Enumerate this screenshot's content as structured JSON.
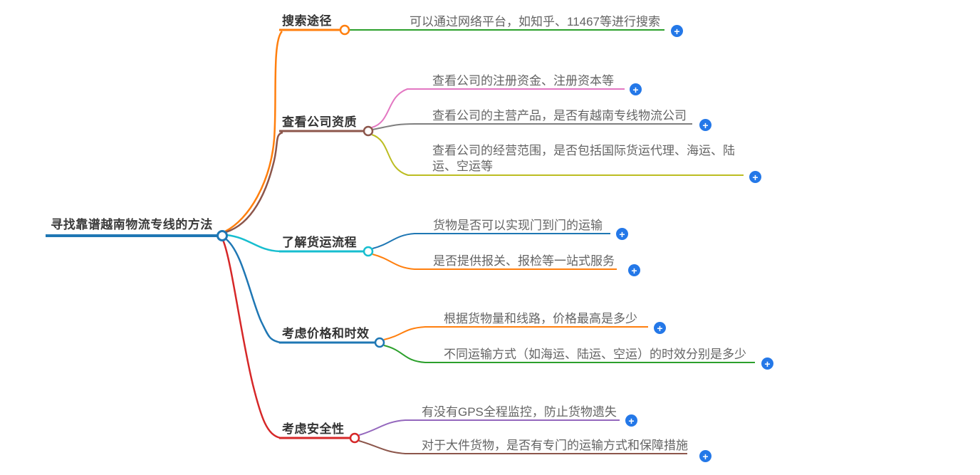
{
  "app": {
    "type": "mindmap"
  },
  "palette": {
    "blue": "#1f77b4",
    "orange": "#ff7f0e",
    "green": "#2ca02c",
    "red": "#d62728",
    "purple": "#9467bd",
    "brown": "#8c564b",
    "pink": "#e377c2",
    "gray": "#7f7f7f",
    "olive": "#bcbd22",
    "cyan": "#17becf",
    "add_button_blue": "#2478e8"
  },
  "root": {
    "label": "寻找靠谱越南物流专线的方法",
    "color": "#1f77b4"
  },
  "branches": [
    {
      "label": "搜索途径",
      "color": "#ff7f0e",
      "leaves": [
        {
          "text": "可以通过网络平台，如知乎、11467等进行搜索",
          "color": "#2ca02c"
        }
      ]
    },
    {
      "label": "查看公司资质",
      "color": "#8c564b",
      "leaves": [
        {
          "text": "查看公司的注册资金、注册资本等",
          "color": "#e377c2"
        },
        {
          "text": "查看公司的主营产品，是否有越南专线物流公司",
          "color": "#7f7f7f"
        },
        {
          "text": "查看公司的经营范围，是否包括国际货运代理、海运、陆运、空运等",
          "color": "#bcbd22"
        }
      ]
    },
    {
      "label": "了解货运流程",
      "color": "#17becf",
      "leaves": [
        {
          "text": "货物是否可以实现门到门的运输",
          "color": "#1f77b4"
        },
        {
          "text": "是否提供报关、报检等一站式服务",
          "color": "#ff7f0e"
        }
      ]
    },
    {
      "label": "考虑价格和时效",
      "color": "#1f77b4",
      "leaves": [
        {
          "text": "根据货物量和线路，价格最高是多少",
          "color": "#ff7f0e"
        },
        {
          "text": "不同运输方式（如海运、陆运、空运）的时效分别是多少",
          "color": "#2ca02c"
        }
      ]
    },
    {
      "label": "考虑安全性",
      "color": "#d62728",
      "leaves": [
        {
          "text": "有没有GPS全程监控，防止货物遗失",
          "color": "#9467bd"
        },
        {
          "text": "对于大件货物，是否有专门的运输方式和保障措施",
          "color": "#8c564b"
        }
      ]
    }
  ],
  "add_button": {
    "symbol": "+",
    "color": "#2478e8"
  }
}
